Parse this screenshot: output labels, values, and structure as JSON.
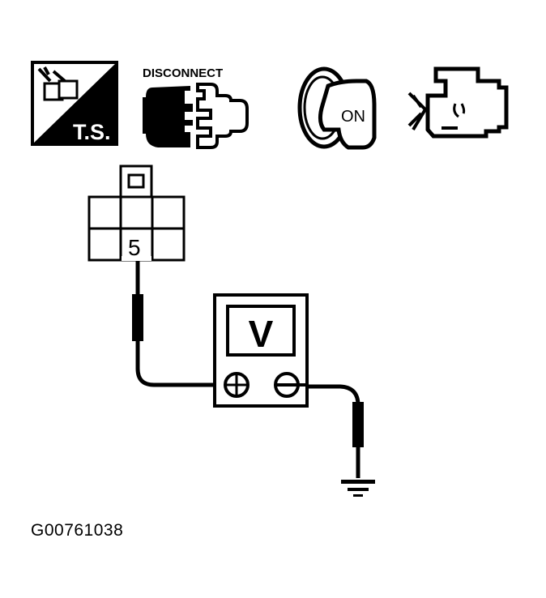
{
  "icons": {
    "troubleshoot": {
      "label": "T.S.",
      "icon": "ts-icon"
    },
    "disconnect": {
      "label": "DISCONNECT",
      "icon": "connector-disconnect-icon"
    },
    "ignition": {
      "label": "ON",
      "icon": "ignition-key-icon"
    },
    "engine": {
      "icon": "engine-icon"
    }
  },
  "connector": {
    "terminal_label": "5",
    "grid": "3x2 with tab"
  },
  "meter": {
    "label": "V",
    "positive_terminal": "+",
    "negative_terminal": "−"
  },
  "ground": {
    "icon": "ground-icon"
  },
  "caption": "G00761038"
}
